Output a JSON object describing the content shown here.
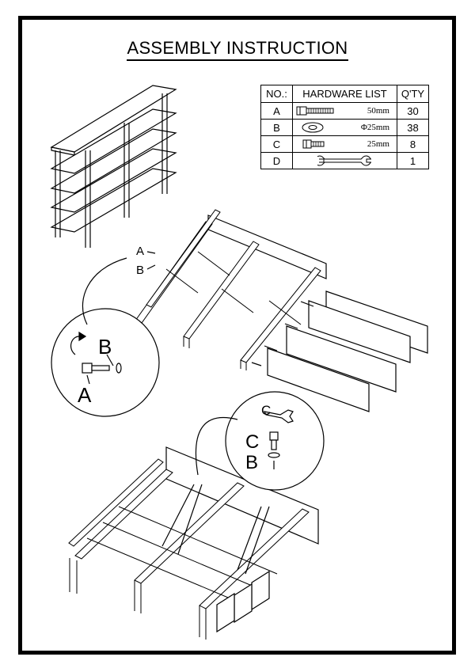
{
  "title": "ASSEMBLY INSTRUCTION",
  "table": {
    "headers": [
      "NO.:",
      "HARDWARE LIST",
      "Q'TY"
    ],
    "rows": [
      {
        "no": "A",
        "icon": "long-bolt-icon",
        "spec": "50mm",
        "qty": "30"
      },
      {
        "no": "B",
        "icon": "washer-icon",
        "spec": "Φ25mm",
        "qty": "38"
      },
      {
        "no": "C",
        "icon": "short-bolt-icon",
        "spec": "25mm",
        "qty": "8"
      },
      {
        "no": "D",
        "icon": "wrench-icon",
        "spec": "",
        "qty": "1"
      }
    ]
  },
  "callouts": {
    "step1_a": "A",
    "step1_b": "B",
    "detail1_a": "A",
    "detail1_b": "B",
    "detail2_c_tool": "C",
    "detail2_c_bolt": "C",
    "detail2_b": "B"
  }
}
